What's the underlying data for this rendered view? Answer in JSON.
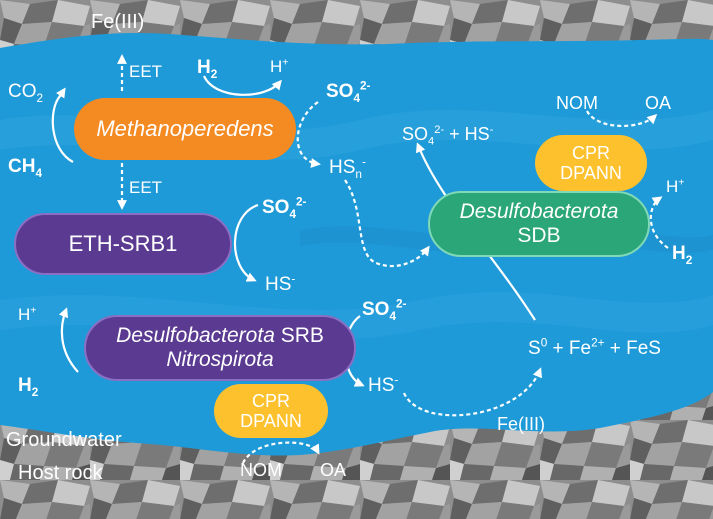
{
  "top_left": {
    "fe3": "Fe(III)",
    "eet_up": "EET",
    "eet_down": "EET",
    "co2": "CO",
    "co2_sub": "2",
    "ch4": "CH",
    "ch4_sub": "4"
  },
  "methano": {
    "label": "Methanoperedens",
    "h2": "H",
    "h2_sub": "2",
    "hplus": "H",
    "hplus_sup": "+",
    "so4": "SO",
    "so4_sub": "4",
    "so4_sup": "2-",
    "hsn": "HS",
    "hsn_sub": "n",
    "hsn_sup": "-"
  },
  "eth": {
    "label": "ETH-SRB1",
    "so4": "SO",
    "so4_sub": "4",
    "so4_sup": "2-",
    "hs": "HS",
    "hs_sup": "-"
  },
  "srb": {
    "line1_italic": "Desulfobacterota",
    "line1_rest": " SRB",
    "line2": "Nitrospirota",
    "hplus": "H",
    "hplus_sup": "+",
    "h2": "H",
    "h2_sub": "2",
    "so4": "SO",
    "so4_sub": "4",
    "so4_sup": "2-",
    "hs": "HS",
    "hs_sup": "-"
  },
  "cpr_bottom": {
    "line1": "CPR",
    "line2": "DPANN",
    "nom": "NOM",
    "oa": "OA"
  },
  "sdb": {
    "line1": "Desulfobacterota",
    "line2": "SDB",
    "hplus": "H",
    "hplus_sup": "+",
    "h2": "H",
    "h2_sub": "2"
  },
  "cpr_right": {
    "line1": "CPR",
    "line2": "DPANN",
    "nom": "NOM",
    "oa": "OA"
  },
  "right_top": {
    "so4": "SO",
    "so4_sub": "4",
    "so4_sup": "2-",
    "plus": " + HS",
    "hs_sup": "-"
  },
  "right_bottom": {
    "s0": "S",
    "s0_sup": "0",
    "fe": " + Fe",
    "fe_sup": "2+",
    "fes": " + FeS",
    "fe3": "Fe(III)"
  },
  "labels": {
    "groundwater": "Groundwater",
    "hostrock": "Host rock"
  },
  "colors": {
    "water": "#1f9ad8",
    "rock": "#8c8c8c",
    "methano": "#f48a22",
    "eth": "#5b3b92",
    "srb": "#5b3b92",
    "sdb": "#2aa678",
    "cpr": "#fcc12d"
  }
}
